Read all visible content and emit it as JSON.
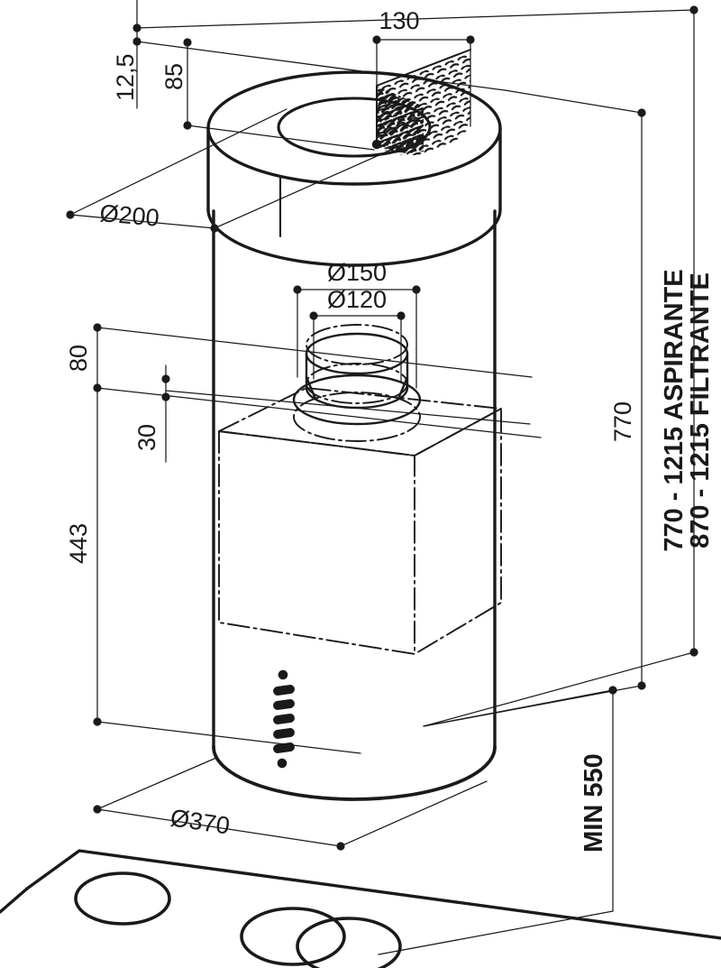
{
  "drawing": {
    "title": "Cylindrical island range hood dimensioned isometric drawing",
    "units": "mm",
    "line_color": "#1a1a1a",
    "background": "#ffffff"
  },
  "dimensions": {
    "top_rim_thickness": "12,5",
    "collar_height": "85",
    "mesh_width": "130",
    "top_duct_diameter": "Ø200",
    "outlet_outer_diameter": "Ø150",
    "outlet_inner_diameter": "Ø120",
    "motor_offset_upper": "80",
    "motor_offset_lower": "30",
    "body_height": "443",
    "chimney_height": "770",
    "ducted_range": "770 - 1215 ASPIRANTE",
    "recirculating_range": "870 - 1215 FILTRANTE",
    "min_clearance": "MIN 550",
    "body_diameter": "Ø370"
  },
  "components": {
    "top_collar": "top-collar-ring",
    "mesh_panel": "perforated-mesh-panel",
    "body_cylinder": "main-body-cylinder",
    "control_panel": "control-panel-buttons",
    "motor_box": "hidden-motor-housing",
    "duct_connector": "duct-connector-cylinder",
    "hob": "cooktop-surface",
    "burners": [
      "burner-left",
      "burner-center",
      "burner-right"
    ]
  },
  "control_panel": {
    "indicator_top": "led-indicator",
    "buttons": [
      "button-1",
      "button-2",
      "button-3",
      "button-4",
      "button-5"
    ],
    "indicator_bottom": "led-indicator"
  }
}
